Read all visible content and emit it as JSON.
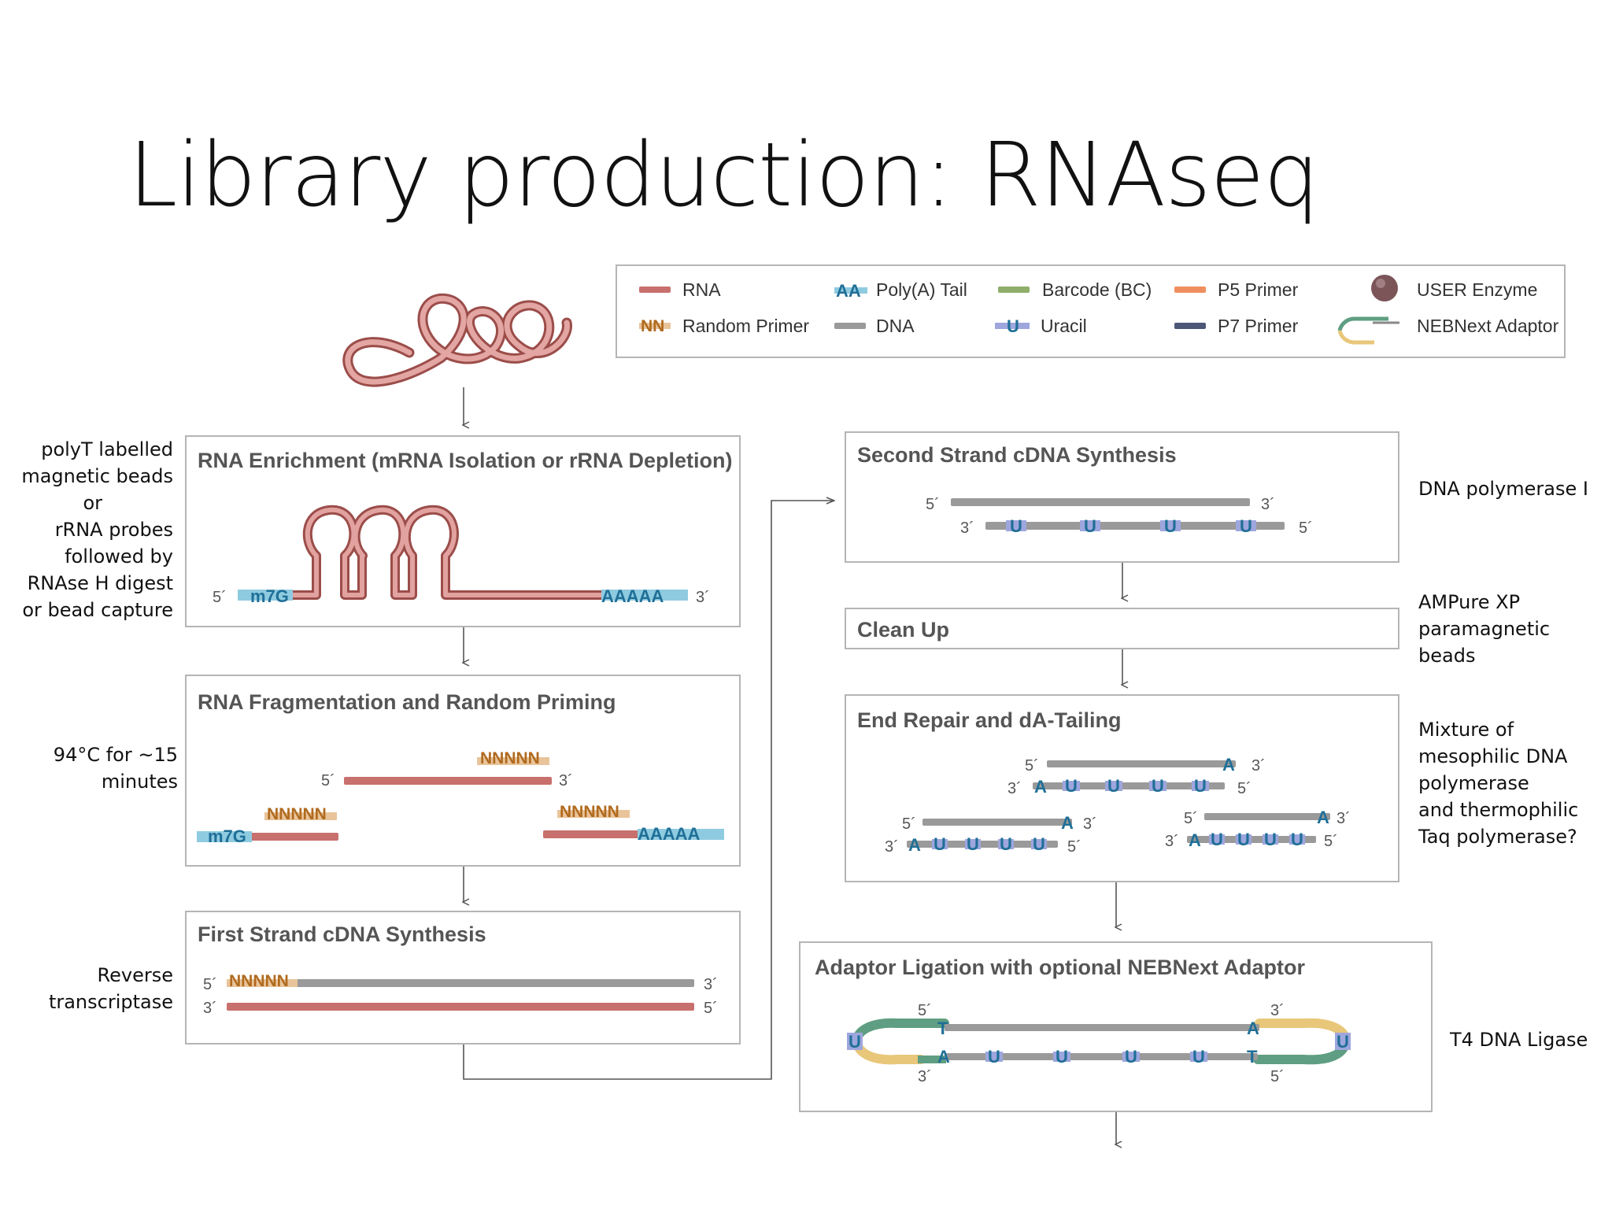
{
  "slide": {
    "title": "Library production:  RNAseq"
  },
  "legend": {
    "rna": "RNA",
    "random_primer_symbol": "NN",
    "random_primer": "Random Primer",
    "polya_symbol": "AA",
    "polya": "Poly(A) Tail",
    "dna": "DNA",
    "barcode": "Barcode (BC)",
    "uracil_symbol": "U",
    "uracil": "Uracil",
    "p5": "P5 Primer",
    "p7": "P7 Primer",
    "user_enzyme": "USER Enzyme",
    "adaptor": "NEBNext Adaptor"
  },
  "steps": {
    "enrichment": "RNA Enrichment (mRNA Isolation or rRNA Depletion)",
    "fragmentation": "RNA Fragmentation and Random Priming",
    "first_strand": "First Strand cDNA Synthesis",
    "second_strand": "Second Strand cDNA Synthesis",
    "cleanup": "Clean Up",
    "end_repair": "End Repair and dA-Tailing",
    "ligation": "Adaptor Ligation with optional NEBNext Adaptor"
  },
  "seq": {
    "five": "5´",
    "three": "3´",
    "m7g": "m7G",
    "polya": "AAAAA",
    "nnnnn": "NNNNN",
    "u": "U",
    "a": "A",
    "t": "T"
  },
  "notes": {
    "enrichment": [
      "polyT labelled",
      "magnetic beads",
      "or",
      "rRNA probes",
      "followed by",
      "RNAse H digest",
      "or bead capture"
    ],
    "fragmentation": [
      "94°C for ~15",
      "minutes"
    ],
    "first_strand": [
      "Reverse",
      "transcriptase"
    ],
    "second_strand": [
      "DNA polymerase I"
    ],
    "cleanup": [
      "AMPure XP",
      "paramagnetic",
      "beads"
    ],
    "end_repair": [
      "Mixture of",
      "mesophilic DNA",
      "polymerase",
      "and thermophilic",
      "Taq polymerase?"
    ],
    "ligation": [
      "T4 DNA Ligase"
    ]
  },
  "colors": {
    "rna": "#c8706d",
    "dna": "#9a9a9a",
    "polya": "#8fcbe0",
    "random_primer": "#d9a060",
    "barcode": "#8fae6a",
    "p5": "#ef8f5e",
    "p7": "#4d5878",
    "uracil": "#9ea6de",
    "user_enzyme": "#7b5558",
    "adaptor_green": "#5f9e82",
    "adaptor_yellow": "#e8c77a"
  }
}
